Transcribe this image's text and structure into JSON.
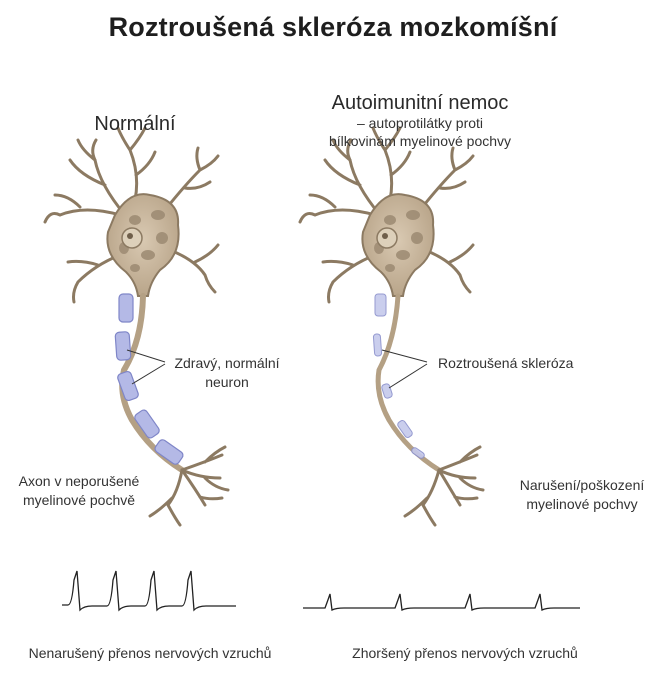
{
  "title": "Roztroušená skleróza mozkomíšní",
  "left": {
    "heading": "Normální",
    "label_neuron": [
      "Zdravý, normální",
      "neuron"
    ],
    "label_axon": [
      "Axon v neporušené",
      "myelinové pochvě"
    ],
    "caption": "Nenarušený přenos nervových vzruchů"
  },
  "right": {
    "heading": "Autoimunitní nemoc",
    "subheading": [
      "– autoprotilátky proti",
      "bílkovinám myelinové pochvy"
    ],
    "label_ms": "Roztroušená skleróza",
    "label_damage": [
      "Narušení/poškození",
      "myelinové pochvy"
    ],
    "caption": "Zhoršený přenos nervových vzruchů"
  },
  "colors": {
    "neuron_body": "#c6b49c",
    "neuron_outline": "#8c7a62",
    "nucleus": "#9c8a72",
    "myelin": "#b4b9e6",
    "myelin_outline": "#7f86c8",
    "signal": "#222222"
  }
}
